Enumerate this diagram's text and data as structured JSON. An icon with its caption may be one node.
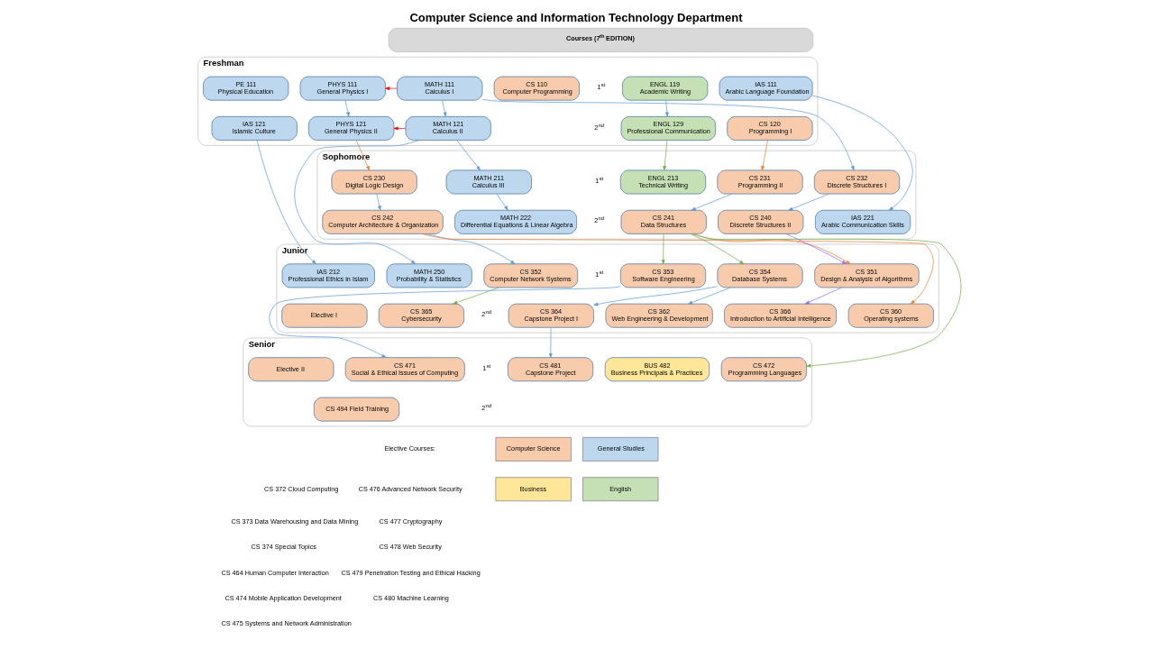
{
  "diagram": {
    "title": "Computer Science and Information Technology Department",
    "nodes": [
      {
        "text": [
          "Freshman"
        ]
      },
      {
        "text": [
          "MATH 111",
          "Calculus I"
        ],
        "in": 0
      },
      {
        "text": [
          "PHYS 111",
          "General Physics I"
        ],
        "in": 0
      },
      {
        "text": [
          "CS 110",
          "Computer Programming"
        ],
        "in": 0
      },
      {
        "text": [
          "ENGL 119",
          "Academic Writing"
        ],
        "in": 0
      },
      {
        "text": [
          "IAS 111",
          "Arabic Language Foundation"
        ],
        "in": 0
      },
      {
        "text": [
          "PE 111",
          "Physical Education"
        ],
        "in": 0
      },
      {
        "text": [
          "MATH 121",
          "Calculus II"
        ],
        "in": 0
      },
      {
        "text": [
          "PHYS 121",
          "General Physics II"
        ],
        "in": 0
      },
      {
        "text": [
          "CS 120",
          "Programming I"
        ],
        "in": 0
      },
      {
        "text": [
          "ENGL 129",
          "Professional Communication"
        ],
        "in": 0
      },
      {
        "text": [
          "IAS 121",
          "Islamic Culture"
        ],
        "in": 0
      },
      {
        "text": [
          "Sophomore"
        ]
      },
      {
        "text": [
          "MATH 211",
          "Calculus III"
        ],
        "in": 12
      },
      {
        "text": [
          "CS 230",
          "Digital Logic Design"
        ],
        "in": 12
      },
      {
        "text": [
          "CS 231",
          "Programming II"
        ],
        "in": 12
      },
      {
        "text": [
          "CS 232",
          "Discrete Structures I"
        ],
        "in": 12
      },
      {
        "text": [
          "ENGL 213",
          "Technical Writing"
        ],
        "in": 12
      },
      {
        "text": [
          "MATH 222",
          "Differential Equations & Linear Algebra"
        ],
        "in": 12
      },
      {
        "text": [
          "CS 242",
          "Computer Architecture & Organization"
        ],
        "in": 12
      },
      {
        "text": [
          "CS 241",
          "Data Structures"
        ],
        "in": 12
      },
      {
        "text": [
          "CS 240",
          "Discrete Structures II"
        ],
        "in": 12
      },
      {
        "text": [
          "IAS 221",
          "Arabic Communication Skills"
        ],
        "in": 12
      },
      {
        "text": [
          "Junior"
        ]
      },
      {
        "text": [
          "MATH 250",
          "Probability & Statistics"
        ],
        "in": 23
      },
      {
        "text": [
          "CS 354",
          "Database Systems"
        ],
        "in": 23
      },
      {
        "text": [
          "CS 351",
          "Design & Analysis of Algorithms"
        ],
        "in": 23
      },
      {
        "text": [
          "CS 352",
          "Computer Network Systems"
        ],
        "in": 23
      },
      {
        "text": [
          "CS 353",
          "Software Engineering"
        ],
        "in": 23
      },
      {
        "text": [
          "IAS 212",
          "Professional Ethics in Islam"
        ],
        "in": 23
      },
      {
        "text": [
          "CS 360",
          "Operating systems"
        ],
        "in": 23
      },
      {
        "text": [
          "CS 362",
          "Web Engineering & Development"
        ],
        "in": 23
      },
      {
        "text": [
          "CS 364",
          "Capstone Project I"
        ],
        "in": 23
      },
      {
        "text": [
          "CS 365",
          "Cybersecurity"
        ],
        "in": 23
      },
      {
        "text": [
          "CS 366",
          "Introduction to Artificial Intelligence"
        ],
        "in": 23
      },
      {
        "text": [
          "Elective I"
        ],
        "in": 23
      },
      {
        "text": [
          "Senior"
        ]
      },
      {
        "text": [
          "BUS 482",
          "Business Principals & Practices"
        ],
        "in": 36
      },
      {
        "text": [
          "CS 481",
          "Capstone Project"
        ],
        "in": 36
      },
      {
        "text": [
          "CS 472",
          "Programming Languages"
        ],
        "in": 36
      },
      {
        "text": [
          "CS 471",
          "Social & Ethical Issues of Computing"
        ],
        "in": 36
      },
      {
        "text": [
          "Elective II"
        ],
        "in": 36
      },
      {
        "text": [
          "CS 494 Field Training"
        ],
        "in": 36
      }
    ],
    "edges": [
      {
        "from": 1,
        "to": 2,
        "arrow": "to",
        "color": "#ff0000"
      },
      {
        "from": 1,
        "to": 7,
        "arrow": "to"
      },
      {
        "from": 1,
        "to": 16,
        "arrow": "to"
      },
      {
        "from": 2,
        "to": 8,
        "arrow": "to"
      },
      {
        "from": 7,
        "to": 8,
        "arrow": "to",
        "color": "#ff0000"
      },
      {
        "from": 7,
        "to": 13,
        "arrow": "to"
      },
      {
        "from": 7,
        "to": 24,
        "arrow": "to"
      },
      {
        "from": 8,
        "to": 14,
        "arrow": "to",
        "color": "#ed7d31"
      },
      {
        "from": 9,
        "to": 15,
        "arrow": "to",
        "color": "#ed7d31"
      },
      {
        "from": 4,
        "to": 10,
        "arrow": "to"
      },
      {
        "from": 10,
        "to": 17,
        "arrow": "to",
        "color": "#70ad47"
      },
      {
        "from": 5,
        "to": 22,
        "arrow": "to"
      },
      {
        "from": 11,
        "to": 29,
        "arrow": "to"
      },
      {
        "from": 13,
        "to": 18,
        "arrow": "to"
      },
      {
        "from": 14,
        "to": 19,
        "arrow": "to"
      },
      {
        "from": 15,
        "to": 20,
        "arrow": "to"
      },
      {
        "from": 16,
        "to": 21,
        "arrow": "to"
      },
      {
        "from": 19,
        "to": 30,
        "arrow": "to",
        "color": "#ed7d31"
      },
      {
        "from": 20,
        "to": 26,
        "arrow": "to",
        "color": "#ed7d31"
      },
      {
        "from": 19,
        "to": 27,
        "arrow": "to"
      },
      {
        "from": 20,
        "to": 25,
        "arrow": "to",
        "color": "#70ad47"
      },
      {
        "from": 20,
        "to": 28,
        "arrow": "to",
        "color": "#70ad47"
      },
      {
        "from": 20,
        "to": 39,
        "arrow": "to",
        "color": "#70ad47"
      },
      {
        "from": 21,
        "to": 26,
        "arrow": "to",
        "color": "#9966ff"
      },
      {
        "from": 26,
        "to": 34,
        "arrow": "to",
        "color": "#9966ff"
      },
      {
        "from": 27,
        "to": 33,
        "arrow": "to",
        "color": "#70ad47"
      },
      {
        "from": 25,
        "to": 31,
        "arrow": "to"
      },
      {
        "from": 25,
        "to": 32,
        "arrow": "to"
      },
      {
        "from": 28,
        "to": 40,
        "arrow": "to"
      },
      {
        "from": 32,
        "to": 38,
        "arrow": "to"
      }
    ],
    "labels": [
      "Courses (7$^{th}$ EDITION)",
      "1$^{st}$",
      "2$^{nd}$",
      "1$^{st}$",
      "2$^{nd}$",
      "1$^{st}$",
      "2$^{nd}$",
      "1$^{st}$",
      "2$^{nd}$",
      "Elective Courses:",
      "CS 372 Cloud Computing",
      "CS 373 Data Warehousing and Data Mining",
      "CS 374 Special Topics",
      "CS 464 Human Computer Interaction",
      "CS 474 Mobile Application Development",
      "CS 475 Systems and Network Administration",
      "CS 476 Advanced Network Security",
      "CS 477 Cryptography",
      "CS 478 Web Security",
      "CS 479 Penetration Testing and Ethical Hacking",
      "CS 480 Machine Learning"
    ],
    "legend": [
      {
        "text": "General Studies",
        "color": "#bdd7ee"
      },
      {
        "text": "Computer Science",
        "color": "#f8cbad"
      },
      {
        "text": "English",
        "color": "#c5e0b4"
      },
      {
        "text": "Business",
        "color": "#ffe699"
      }
    ]
  }
}
